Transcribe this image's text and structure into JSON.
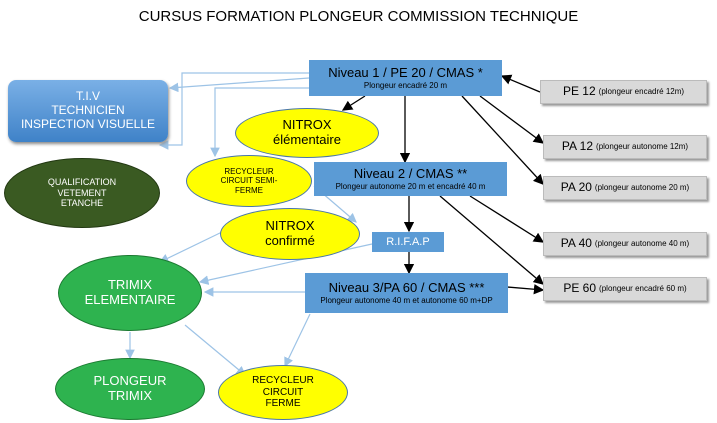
{
  "title": "CURSUS FORMATION PLONGEUR COMMISSION TECHNIQUE",
  "nodes": {
    "niveau1": {
      "label": "Niveau 1 / PE 20 / CMAS *",
      "sub": "Plongeur encadré 20 m"
    },
    "niveau2": {
      "label": "Niveau 2  / CMAS **",
      "sub": "Plongeur autonome 20 m et encadré 40 m"
    },
    "niveau3": {
      "label": "Niveau 3/PA 60  / CMAS ***",
      "sub": "Plongeur autonome 40 m et autonome 60 m+DP"
    },
    "rifap": {
      "label": "R.I.F.A.P"
    },
    "tiv": {
      "line1": "T.I.V",
      "line2": "TECHNICIEN",
      "line3": "INSPECTION VISUELLE"
    },
    "vetement": {
      "line1": "QUALIFICATION",
      "line2": "VETEMENT",
      "line3": "ETANCHE"
    },
    "nitrox_elem": {
      "line1": "NITROX",
      "line2": "élémentaire"
    },
    "nitrox_conf": {
      "line1": "NITROX",
      "line2": "confirmé"
    },
    "recycleur_semi": {
      "line1": "RECYCLEUR",
      "line2": "CIRCUIT SEMI-",
      "line3": "FERME"
    },
    "recycleur_ferme": {
      "line1": "RECYCLEUR",
      "line2": "CIRCUIT",
      "line3": "FERME"
    },
    "trimix_elem": {
      "line1": "TRIMIX",
      "line2": "ELEMENTAIRE"
    },
    "plongeur_trimix": {
      "line1": "PLONGEUR",
      "line2": "TRIMIX"
    },
    "pe12": {
      "code": "PE 12",
      "desc": "(plongeur encadré 12m)"
    },
    "pa12": {
      "code": "PA 12",
      "desc": "(plongeur autonome 12m)"
    },
    "pa20": {
      "code": "PA 20",
      "desc": "(plongeur autonome 20 m)"
    },
    "pa40": {
      "code": "PA 40",
      "desc": "(plongeur autonome 40 m)"
    },
    "pe60": {
      "code": "PE 60",
      "desc": "(plongeur encadré 60 m)"
    }
  },
  "colors": {
    "level_blue": "#5b9bd5",
    "nitrox_yellow": "#ffff00",
    "trimix_green": "#2eb34f",
    "vetement_dark_green": "#3a5a22",
    "side_grey": "#d9d9d9",
    "black_arrow": "#000000",
    "light_arrow": "#9dc3e6"
  }
}
